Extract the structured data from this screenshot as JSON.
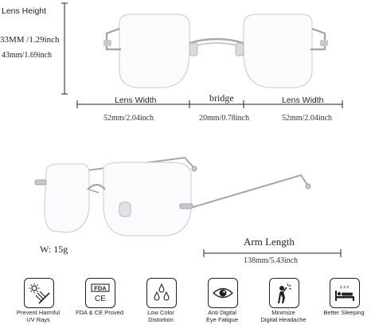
{
  "dimensions": {
    "lens_height_title": "Lens Height",
    "lens_height_a": "33MM /1.29inch",
    "lens_height_b": "43mm/1.69inch",
    "lens_width_left_title": "Lens Width",
    "bridge_title": "bridge",
    "lens_width_right_title": "Lens Width",
    "lens_width_left_value": "52mm/2.04inch",
    "bridge_value": "20mm/0.78inch",
    "lens_width_right_value": "52mm/2.04inch",
    "weight": "W: 15g",
    "arm_length_title": "Arm Length",
    "arm_length_value": "138mm/5.43inch"
  },
  "features": [
    {
      "icon": "uv-protection-icon",
      "line1": "Prevent Harmful",
      "line2": "UV Rays"
    },
    {
      "icon": "fda-ce-icon",
      "line1": "FDA & CE Proved",
      "line2": ""
    },
    {
      "icon": "water-drops-icon",
      "line1": "Low Color",
      "line2": "Distortion"
    },
    {
      "icon": "eye-icon",
      "line1": "Anti Digital",
      "line2": "Eye Fatigue"
    },
    {
      "icon": "headache-person-icon",
      "line1": "Minimize",
      "line2": "Digital Headache"
    },
    {
      "icon": "sleeping-bed-icon",
      "line1": "Better Sleeping",
      "line2": ""
    }
  ],
  "badges": {
    "fda": "FDA",
    "ce": "CE",
    "zzz": "z z z"
  },
  "colors": {
    "frame": "#a8aaad",
    "lens_edge": "#c9ccd0",
    "line": "#222222"
  }
}
